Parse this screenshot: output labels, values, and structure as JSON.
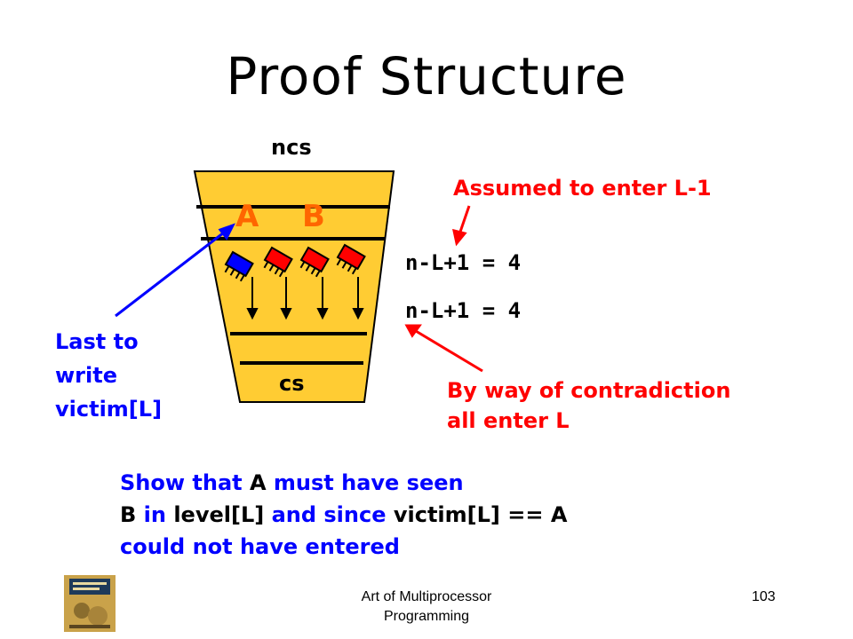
{
  "slide": {
    "title": "Proof Structure",
    "page_number": "103",
    "footer": "Art of Multiprocessor Programming"
  },
  "diagram": {
    "top_label": "ncs",
    "bottom_label": "cs",
    "thread_a": "A",
    "thread_b": "B",
    "eq_upper": "n-L+1 = 4",
    "eq_lower": "n-L+1 = 4",
    "assumed_note": "Assumed to enter L-1",
    "contradiction_note_line1": "By way of contradiction",
    "contradiction_note_line2": "all enter L",
    "last_write_line1": "Last to",
    "last_write_line2": "write",
    "last_write_line3": "victim[L]"
  },
  "conclusion": {
    "line1_a": "Show that ",
    "line1_b": "A",
    "line1_c": " must have seen",
    "line2_a": "B",
    "line2_b": " in ",
    "line2_c": "level[L]",
    "line2_d": " and since ",
    "line2_e": "victim[L] == A",
    "line3": "could not have entered"
  },
  "colors": {
    "funnel_fill": "#ffcc33",
    "level_lines": "#000000",
    "thread_letters": "#ff6600",
    "red_notes": "#ff0000",
    "blue_notes": "#0000ff",
    "blue_thread": "#0000ff",
    "red_thread": "#ff0000"
  },
  "icons": [
    "thread-icon-blue",
    "thread-icon-red",
    "thread-icon-red",
    "thread-icon-red",
    "book-cover-thumbnail"
  ]
}
